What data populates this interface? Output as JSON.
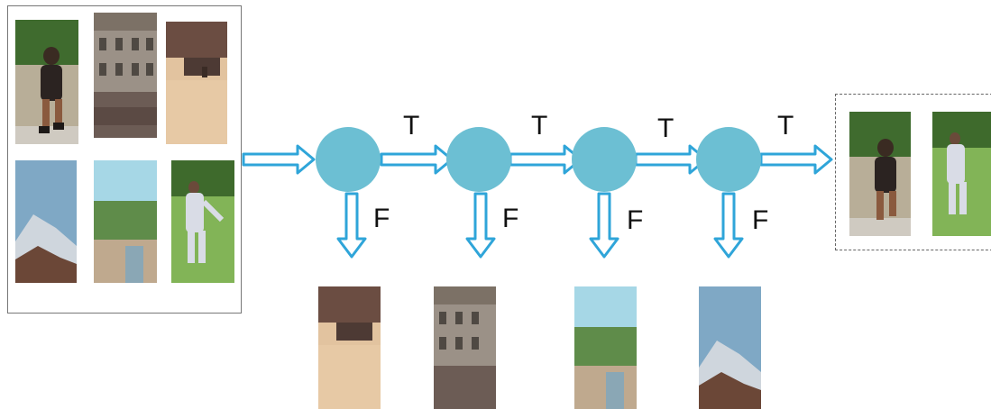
{
  "diagram": {
    "input_images": [
      {
        "name": "hiker-person"
      },
      {
        "name": "building-facade"
      },
      {
        "name": "sandy-slope"
      },
      {
        "name": "mountain-peak"
      },
      {
        "name": "stone-wall-trees"
      },
      {
        "name": "standing-person"
      }
    ],
    "stages": [
      {
        "true_label": "T",
        "false_label": "F",
        "rejected_image": "sandy-slope"
      },
      {
        "true_label": "T",
        "false_label": "F",
        "rejected_image": "building-facade"
      },
      {
        "true_label": "T",
        "false_label": "F",
        "rejected_image": "stone-wall-trees"
      },
      {
        "true_label": "T",
        "false_label": "F",
        "rejected_image": "mountain-peak"
      }
    ],
    "output_images": [
      {
        "name": "hiker-person"
      },
      {
        "name": "standing-person"
      }
    ],
    "colors": {
      "node_fill": "#6cbfd3",
      "arrow_stroke": "#2fa5d9",
      "arrow_fill": "#ffffff"
    }
  }
}
